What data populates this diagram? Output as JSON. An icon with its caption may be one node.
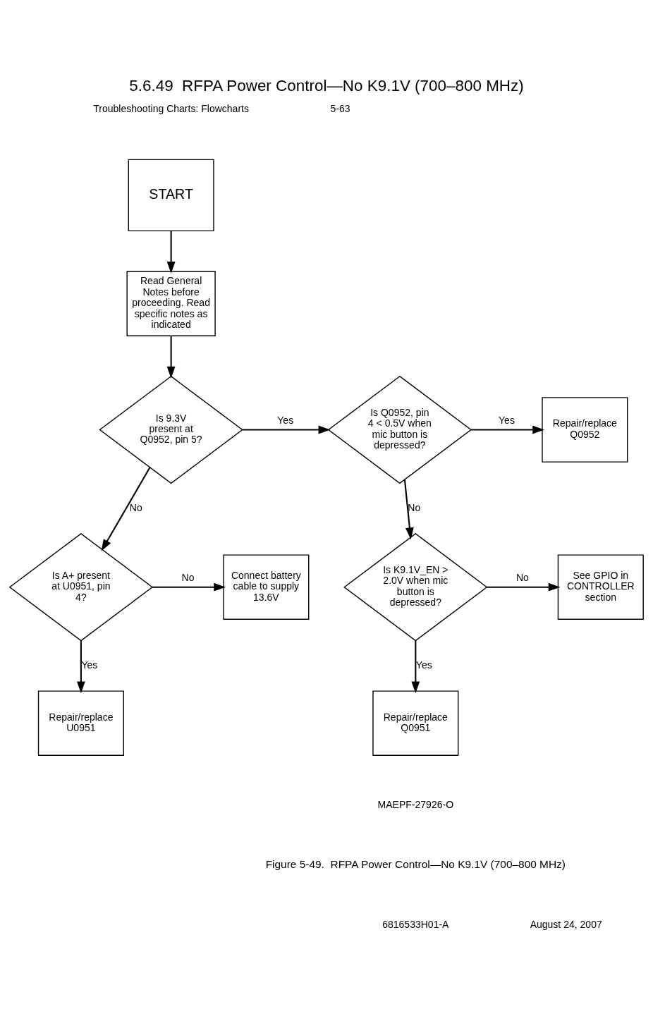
{
  "diagram": {
    "title": "5.6.49  RFPA Power Control—No K9.1V (700–800 MHz)",
    "caption": "Figure 5-49.  RFPA Power Control—No K9.1V (700–800 MHz)",
    "nodes": [
      {
        "text": [
          "START"
        ]
      },
      {
        "text": [
          "Read General Notes before proceeding. Read specific notes as indicated"
        ]
      },
      {
        "text": [
          "Is 9.3V present at Q0952, pin 5?"
        ]
      },
      {
        "text": [
          "Is Q0952, pin 4 < 0.5V when mic button is depressed?"
        ]
      },
      {
        "text": [
          "Repair/replace Q0952"
        ]
      },
      {
        "text": [
          "Connect battery cable to supply 13.6V"
        ]
      },
      {
        "text": [
          "Is A+ present at U0951, pin 4?"
        ]
      },
      {
        "text": [
          "Is K9.1V_EN > 2.0V when mic button is depressed?"
        ]
      },
      {
        "text": [
          "See GPIO in CONTROLLER section"
        ]
      },
      {
        "text": [
          "Repair/replace U0951"
        ]
      },
      {
        "text": [
          "Repair/replace Q0951"
        ]
      }
    ],
    "edges": [
      {
        "from": 0,
        "to": 1,
        "arrow": "to"
      },
      {
        "from": 1,
        "to": 2,
        "arrow": "to"
      },
      {
        "from": 2,
        "to": 3,
        "arrow": "to",
        "label": "Yes"
      },
      {
        "from": 3,
        "to": 4,
        "arrow": "to",
        "label": "Yes"
      },
      {
        "from": 2,
        "to": 6,
        "arrow": "to",
        "label": "No"
      },
      {
        "from": 3,
        "to": 7,
        "arrow": "to",
        "label": "No"
      },
      {
        "from": 6,
        "to": 5,
        "arrow": "to",
        "label": "No"
      },
      {
        "from": 7,
        "to": 8,
        "arrow": "to",
        "label": "No"
      },
      {
        "from": 6,
        "to": 9,
        "arrow": "to",
        "label": "Yes"
      },
      {
        "from": 7,
        "to": 10,
        "arrow": "to",
        "label": "Yes"
      }
    ],
    "labels": [
      "Troubleshooting Charts: Flowcharts",
      "5-63",
      "MAEPF-27926-O",
      "6816533H01-A",
      "August 24, 2007"
    ]
  }
}
